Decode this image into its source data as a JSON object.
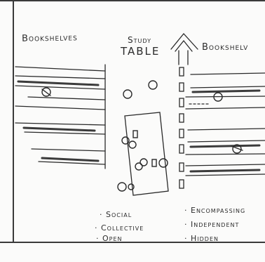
{
  "labels": {
    "left_heading": "Bookshelves",
    "study": "Study",
    "table": "TABLE",
    "right_heading": "Bookshelv"
  },
  "notes": {
    "left": [
      "· Social",
      "· Collective",
      "· Open"
    ],
    "right": [
      "· Encompassing",
      "· Independent",
      "· Hidden"
    ]
  }
}
